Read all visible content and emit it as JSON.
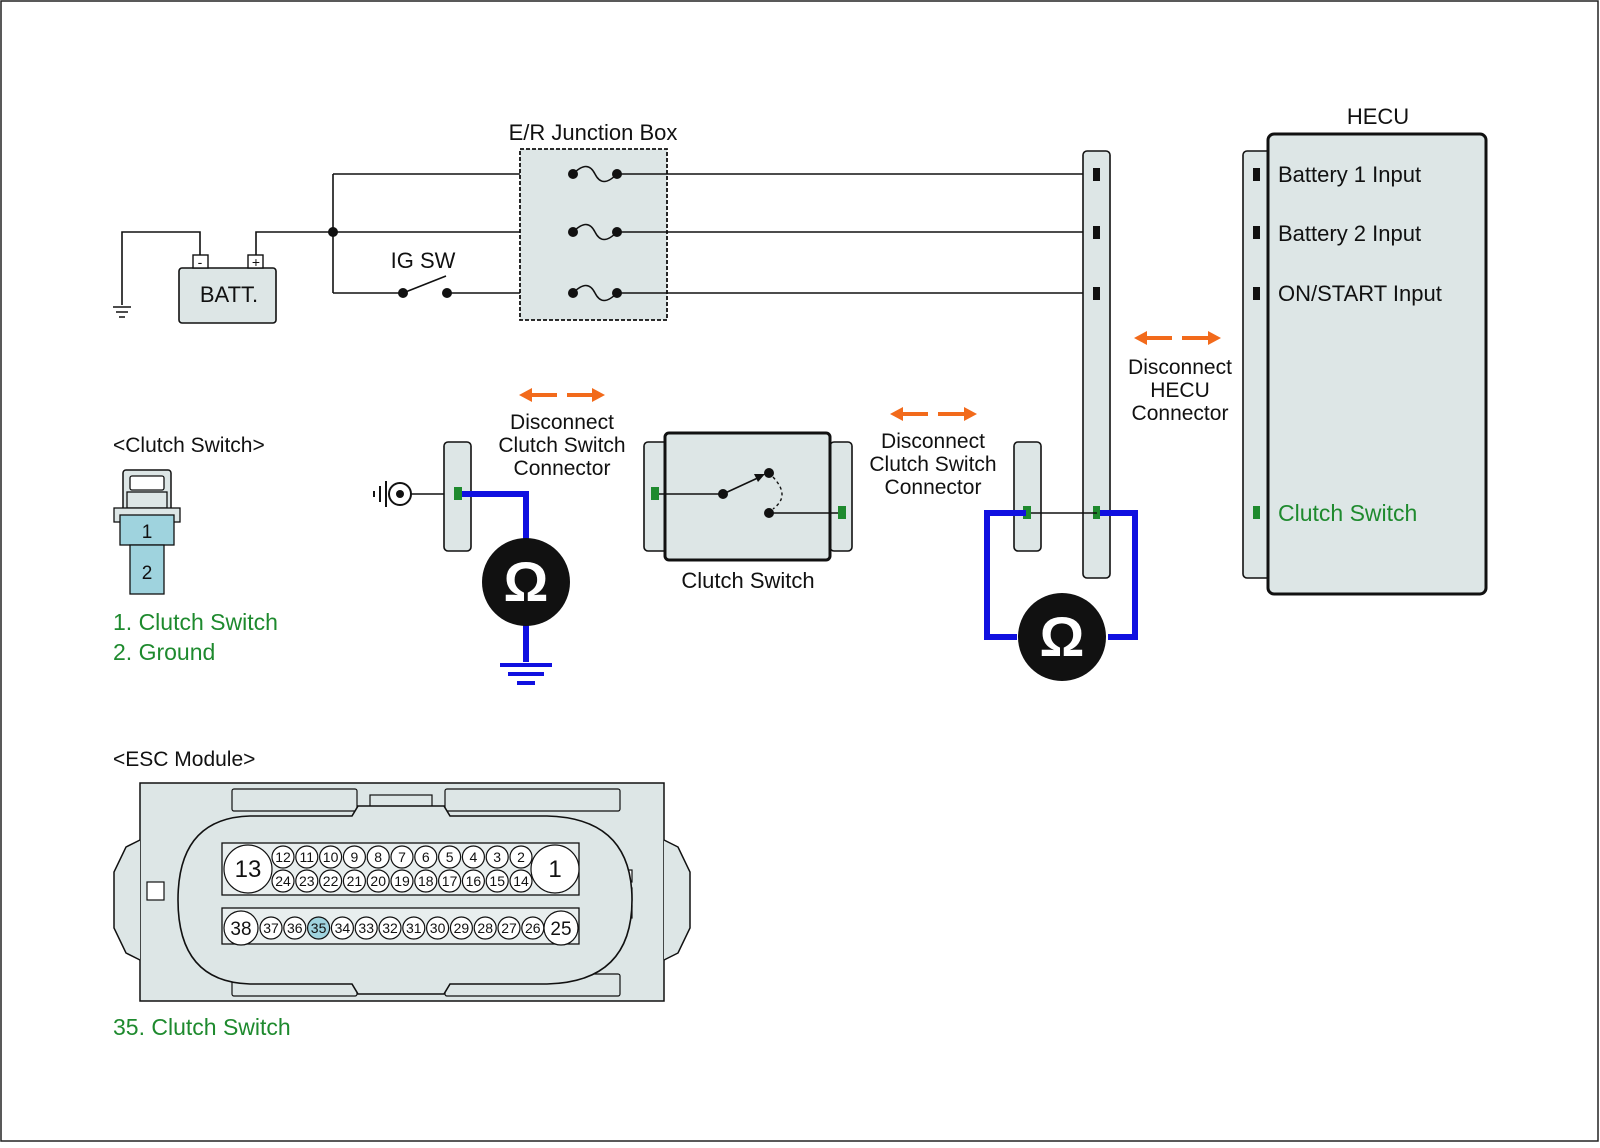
{
  "junction_box": {
    "title": "E/R Junction Box"
  },
  "battery": {
    "label": "BATT.",
    "neg": "-",
    "pos": "+"
  },
  "ig_switch": {
    "label": "IG SW"
  },
  "hecu": {
    "title": "HECU",
    "pins": [
      "Battery 1 Input",
      "Battery 2 Input",
      "ON/START Input",
      "Clutch Switch"
    ],
    "disconnect_label": [
      "Disconnect",
      "HECU",
      "Connector"
    ]
  },
  "disconnect_clutch_left": [
    "Disconnect",
    "Clutch Switch",
    "Connector"
  ],
  "disconnect_clutch_right": [
    "Disconnect",
    "Clutch Switch",
    "Connector"
  ],
  "clutch_switch_component": {
    "label": "Clutch Switch"
  },
  "ohm_symbol": "Ω",
  "clutch_connector": {
    "heading": "<Clutch Switch>",
    "pin_numbers": [
      "1",
      "2"
    ],
    "legend": [
      "1. Clutch Switch",
      "2. Ground"
    ]
  },
  "esc_module": {
    "heading": "<ESC Module>",
    "top_row_upper": [
      "12",
      "11",
      "10",
      "9",
      "8",
      "7",
      "6",
      "5",
      "4",
      "3",
      "2"
    ],
    "top_row_lower": [
      "24",
      "23",
      "22",
      "21",
      "20",
      "19",
      "18",
      "17",
      "16",
      "15",
      "14"
    ],
    "top_big_left": "13",
    "top_big_right": "1",
    "bottom_row": [
      "37",
      "36",
      "35",
      "34",
      "33",
      "32",
      "31",
      "30",
      "29",
      "28",
      "27",
      "26"
    ],
    "bottom_big_left": "38",
    "bottom_big_right": "25",
    "highlight_pin": "35",
    "legend": "35. Clutch Switch"
  },
  "colors": {
    "measurement_wire": "#1010e0",
    "disconnect_arrow": "#f26a1b",
    "highlight_text": "#1e8a2e",
    "component_fill": "#dde6e6",
    "pin_highlight": "#9fd3de"
  }
}
